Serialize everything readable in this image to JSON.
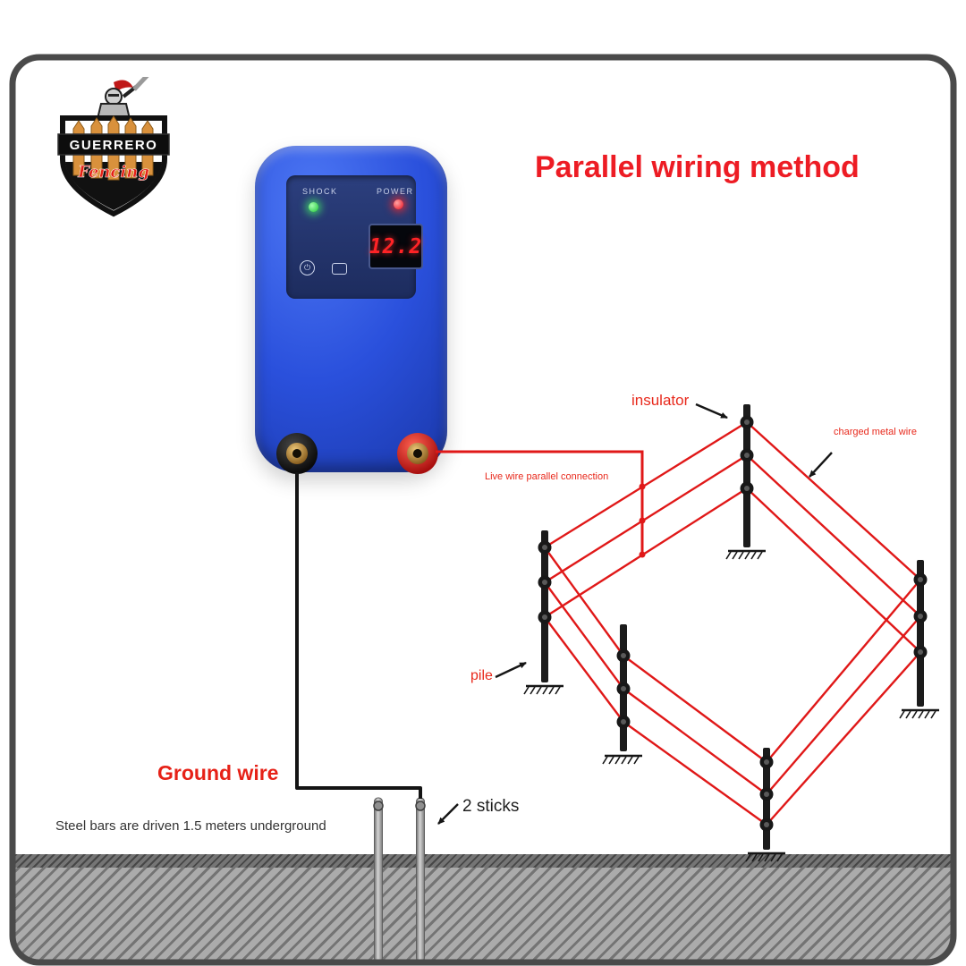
{
  "title": "Parallel wiring method",
  "colors": {
    "accent_red": "#ed1c24",
    "wire_red": "#e01818",
    "device_blue": "#2a50dc",
    "ground_gray": "#ababab"
  },
  "logo": {
    "brand": "GUERRERO",
    "script": "Fencing"
  },
  "device": {
    "shock_label": "SHOCK",
    "power_label": "POWER",
    "display_value": "12.2"
  },
  "diagram_labels": {
    "insulator": "insulator",
    "charged_metal_wire": "charged metal wire",
    "live_wire_parallel": "Live wire parallel connection",
    "pile": "pile",
    "ground_wire": "Ground wire",
    "two_sticks": "2 sticks",
    "steel_bars_note": "Steel bars are driven 1.5 meters underground"
  }
}
